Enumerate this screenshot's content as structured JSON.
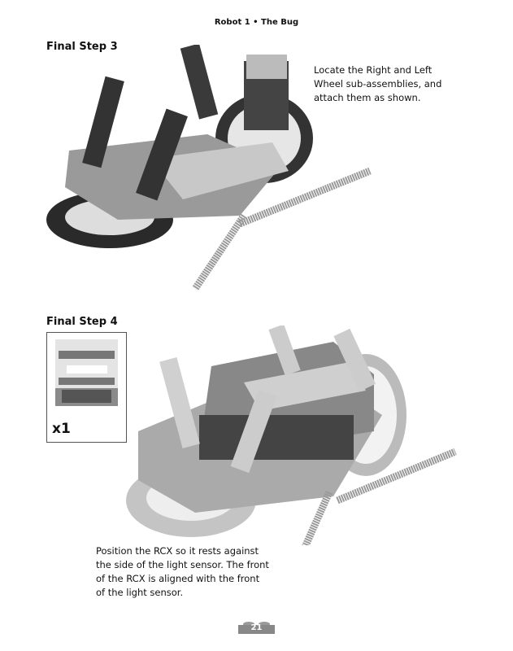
{
  "header": {
    "title": "Robot 1 • The Bug"
  },
  "step3": {
    "title": "Final Step 3",
    "caption_lines": [
      "Locate the Right and Left",
      "Wheel sub-assemblies, and",
      "attach them as shown."
    ]
  },
  "step4": {
    "title": "Final Step 4",
    "parts": {
      "quantity": "x1"
    },
    "caption_lines": [
      "Position the RCX so it rests against",
      "the side of the light sensor. The front",
      "of the RCX is aligned with the front",
      "of the light sensor."
    ]
  },
  "footer": {
    "page_number": "21"
  }
}
